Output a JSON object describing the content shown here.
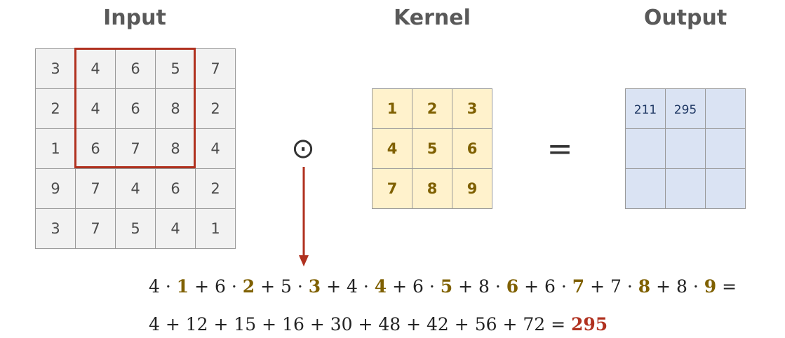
{
  "titles": {
    "input": "Input",
    "kernel": "Kernel",
    "output": "Output"
  },
  "input_matrix": [
    [
      "3",
      "4",
      "6",
      "5",
      "7"
    ],
    [
      "2",
      "4",
      "6",
      "8",
      "2"
    ],
    [
      "1",
      "6",
      "7",
      "8",
      "4"
    ],
    [
      "9",
      "7",
      "4",
      "6",
      "2"
    ],
    [
      "3",
      "7",
      "5",
      "4",
      "1"
    ]
  ],
  "kernel_matrix": [
    [
      "1",
      "2",
      "3"
    ],
    [
      "4",
      "5",
      "6"
    ],
    [
      "7",
      "8",
      "9"
    ]
  ],
  "output_matrix": [
    [
      "211",
      "295",
      ""
    ],
    [
      "",
      "",
      ""
    ],
    [
      "",
      "",
      ""
    ]
  ],
  "operator_symbol": "⊙",
  "equals_symbol": "=",
  "equation": {
    "products": [
      {
        "input": "4",
        "kernel": "1"
      },
      {
        "input": "6",
        "kernel": "2"
      },
      {
        "input": "5",
        "kernel": "3"
      },
      {
        "input": "4",
        "kernel": "4"
      },
      {
        "input": "6",
        "kernel": "5"
      },
      {
        "input": "8",
        "kernel": "6"
      },
      {
        "input": "6",
        "kernel": "7"
      },
      {
        "input": "7",
        "kernel": "8"
      },
      {
        "input": "8",
        "kernel": "9"
      }
    ],
    "terms": [
      "4",
      "12",
      "15",
      "16",
      "30",
      "48",
      "42",
      "56",
      "72"
    ],
    "result": "295"
  },
  "colors": {
    "window_border": "#b0311f",
    "kernel_fill": "#fff2cc",
    "kernel_text": "#7f6000",
    "output_fill": "#dae3f3",
    "input_fill": "#f2f2f2",
    "result_text": "#b0311f"
  }
}
